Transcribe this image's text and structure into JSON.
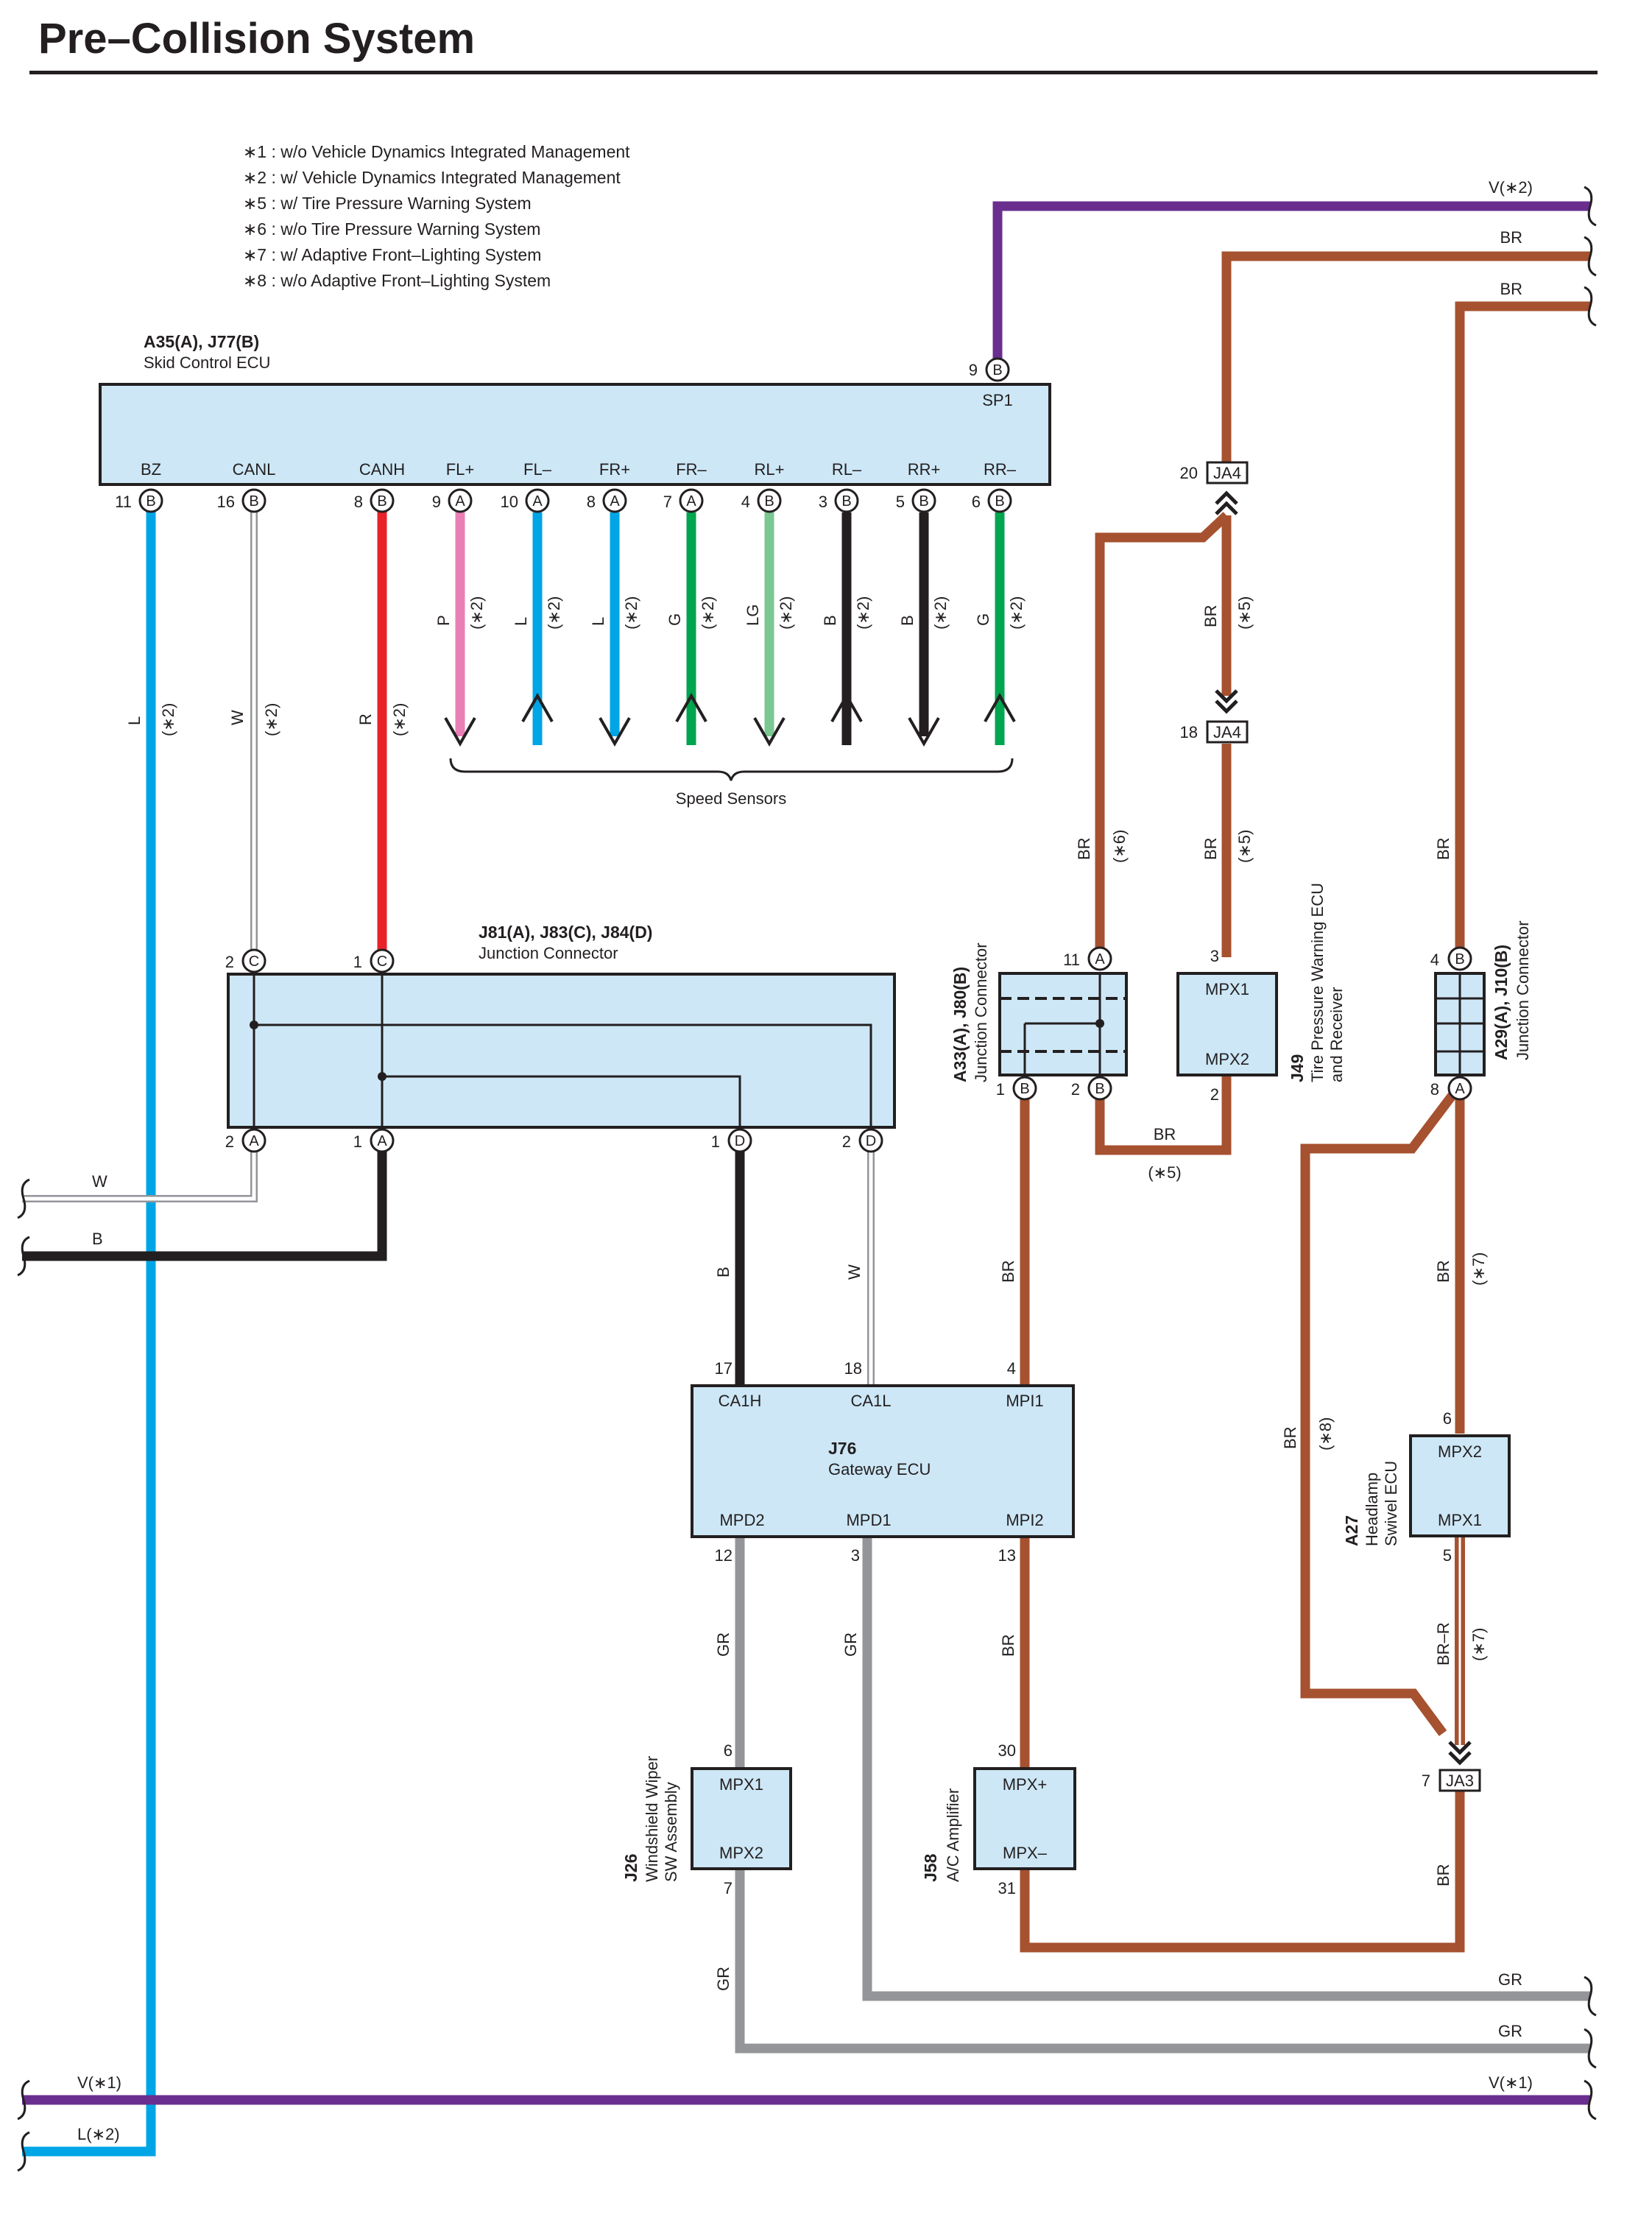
{
  "title": "Pre–Collision System",
  "notes": [
    "∗1 : w/o Vehicle Dynamics Integrated Management",
    "∗2 : w/ Vehicle Dynamics Integrated Management",
    "∗5 : w/ Tire Pressure Warning System",
    "∗6 : w/o Tire Pressure Warning System",
    "∗7 : w/ Adaptive Front–Lighting System",
    "∗8 : w/o Adaptive Front–Lighting System"
  ],
  "colors": {
    "brown": "#a6512f",
    "purple": "#6a2e8f",
    "blue": "#00a5e5",
    "red": "#e92228",
    "pink": "#e97fb5",
    "green": "#00a54f",
    "light_green": "#7bc792",
    "black": "#231f20",
    "gray": "#939598",
    "box_fill": "#cde7f6"
  },
  "skid_ecu": {
    "code": "A35(A), J77(B)",
    "name": "Skid Control ECU",
    "terms": [
      "BZ",
      "CANL",
      "CANH",
      "FL+",
      "FL–",
      "FR+",
      "FR–",
      "RL+",
      "RL–",
      "RR+",
      "RR–"
    ],
    "pins": [
      "11",
      "16",
      "8",
      "9",
      "10",
      "8",
      "7",
      "4",
      "3",
      "5",
      "6"
    ],
    "conns": [
      "B",
      "B",
      "B",
      "A",
      "A",
      "A",
      "A",
      "B",
      "B",
      "B",
      "B"
    ],
    "top_pin": "9",
    "top_conn": "B",
    "top_term": "SP1"
  },
  "wire_labels": {
    "bz": "L",
    "canl": "W",
    "canh": "R",
    "sensors": [
      "P",
      "L",
      "L",
      "G",
      "LG",
      "B",
      "B",
      "G"
    ],
    "cond2": "(∗2)",
    "cond5": "(∗5)",
    "cond6": "(∗6)",
    "cond7": "(∗7)",
    "cond8": "(∗8)",
    "br": "BR",
    "b": "B",
    "w": "W",
    "gr": "GR",
    "br_r": "BR–R"
  },
  "speed_sensors": "Speed Sensors",
  "junction_j81": {
    "code": "J81(A), J83(C), J84(D)",
    "name": "Junction Connector",
    "pins_top": [
      "2",
      "1"
    ],
    "conns_top": [
      "C",
      "C"
    ],
    "pins_bottom": [
      "2",
      "1",
      "1",
      "2"
    ],
    "conns_bottom": [
      "A",
      "A",
      "D",
      "D"
    ]
  },
  "gateway": {
    "code": "J76",
    "name": "Gateway ECU",
    "top_terms": [
      "CA1H",
      "CA1L",
      "MPI1"
    ],
    "top_pins": [
      "17",
      "18",
      "4"
    ],
    "bottom_terms": [
      "MPD2",
      "MPD1",
      "MPI2"
    ],
    "bottom_pins": [
      "12",
      "3",
      "13"
    ]
  },
  "wiper": {
    "code": "J26",
    "name1": "Windshield Wiper",
    "name2": "SW Assembly",
    "t1": "MPX1",
    "t2": "MPX2",
    "p1": "6",
    "p2": "7"
  },
  "ac": {
    "code": "J58",
    "name": "A/C Amplifier",
    "t1": "MPX+",
    "t2": "MPX–",
    "p1": "30",
    "p2": "31"
  },
  "junction_a33": {
    "code": "A33(A), J80(B)",
    "name": "Junction Connector",
    "p_top": "11",
    "c_top": "A",
    "p_b1": "1",
    "c_b1": "B",
    "p_b2": "2",
    "c_b2": "B"
  },
  "tpw": {
    "code": "J49",
    "name1": "Tire Pressure Warning ECU",
    "name2": "and Receiver",
    "t1": "MPX1",
    "t2": "MPX2",
    "p1": "3",
    "p2": "2"
  },
  "junction_a29": {
    "code": "A29(A), J10(B)",
    "name": "Junction Connector",
    "p_top": "4",
    "c_top": "B",
    "p_bot": "8",
    "c_bot": "A"
  },
  "headlamp": {
    "code": "A27",
    "name1": "Headlamp",
    "name2": "Swivel ECU",
    "t1": "MPX2",
    "t2": "MPX1",
    "p1": "6",
    "p2": "5"
  },
  "inline": {
    "ja4": "JA4",
    "ja4_pin1": "20",
    "ja4_pin2": "18",
    "ja3": "JA3",
    "ja3_pin": "7"
  },
  "edges": {
    "right": [
      "V(∗2)",
      "BR",
      "BR",
      "GR",
      "GR",
      "V(∗1)"
    ],
    "left": [
      "W",
      "B",
      "V(∗1)",
      "L(∗2)"
    ]
  }
}
